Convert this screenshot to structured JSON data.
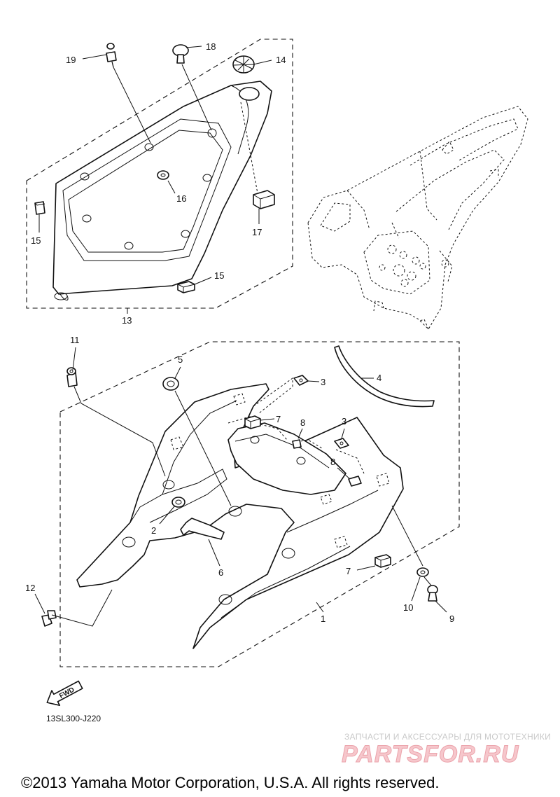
{
  "diagram": {
    "callouts": [
      "1",
      "2",
      "3",
      "3",
      "4",
      "5",
      "6",
      "7",
      "7",
      "8",
      "8",
      "9",
      "10",
      "11",
      "12",
      "13",
      "14",
      "15",
      "15",
      "16",
      "17",
      "18",
      "19"
    ],
    "drawing_code": "13SL300-J220",
    "fwd_label": "FWD",
    "copyright": "©2013 Yamaha Motor Corporation, U.S.A. All rights reserved.",
    "watermark": {
      "tagline": "ЗАПЧАСТИ И АКСЕССУАРЫ ДЛЯ МОТОТЕХНИКИ",
      "logo": "PARTSFOR.RU"
    }
  }
}
